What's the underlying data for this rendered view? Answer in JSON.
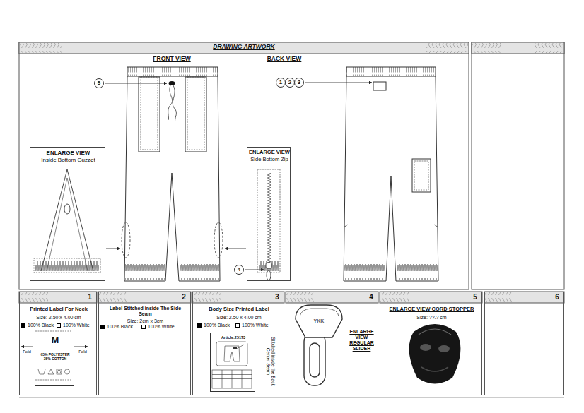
{
  "diagram": {
    "title": "DRAWING ARTWORK",
    "nodes": [
      {
        "text": [
          "5"
        ]
      },
      {
        "text": [
          "1"
        ]
      },
      {
        "text": [
          "2"
        ]
      },
      {
        "text": [
          "3"
        ]
      },
      {
        "text": [
          "ENLARGE VIEW",
          "Inside Bottom Guzzet"
        ]
      },
      {
        "text": [
          "ENLARGE VIEW",
          "Side Bottom Zip"
        ]
      },
      {
        "text": [
          "4"
        ]
      },
      {
        "text": [
          "1",
          "Printed Label For Neck",
          "Size: 2.50 x 4.00 cm"
        ]
      },
      {
        "text": [
          "M",
          "65% POLYESTER 35% COTTON"
        ],
        "in": 7
      },
      {
        "text": [
          "2",
          "Label Stitched inside The Side Seam",
          "Size: 2cm x 3cm"
        ]
      },
      {
        "text": [
          "3",
          "Body Size Printed Label",
          "Size: 2.50 x 4.00 cm"
        ]
      },
      {
        "text": [
          "Article:25173"
        ],
        "in": 10
      },
      {
        "text": [
          "4",
          "ENLARGE VIEW REGULAR SLIDER"
        ]
      },
      {
        "text": [
          "5",
          "ENLARGE VIEW CORD STOPPER",
          "Size: ??.? cm"
        ]
      },
      {
        "text": [
          "6"
        ]
      }
    ],
    "labels": [
      "FRONT VIEW",
      "BACK VIEW",
      "Fold",
      "Fold",
      "Stitched inside the Back Center Seam",
      "YKK"
    ],
    "legend": [
      {
        "text": "100% Black",
        "color": "#000000"
      },
      {
        "text": "100% White",
        "color": "#ffffff"
      },
      {
        "text": "100% Black",
        "color": "#000000"
      },
      {
        "text": "100% White",
        "color": "#ffffff"
      },
      {
        "text": "100% Black",
        "color": "#000000"
      },
      {
        "text": "100% White",
        "color": "#ffffff"
      }
    ]
  }
}
